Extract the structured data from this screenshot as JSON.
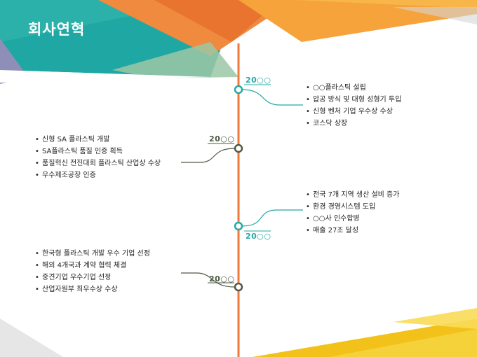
{
  "title": "회사연혁",
  "colors": {
    "axis": "#ee7b3c",
    "teal": "#23a9a6",
    "dark": "#4e5a44"
  },
  "milestones": [
    {
      "year": "20○○",
      "items": [
        "○○플라스틱 설립",
        "압공 방식 및 대형 성형기 투입",
        "신형 벤처 기업 우수상 수상",
        "코스닥 상장"
      ]
    },
    {
      "year": "20○○",
      "items": [
        "신형 SA 플라스틱 개발",
        "SA플라스틱 품질 인증 획득",
        "품질혁신 전진대회 플라스틱 산업상 수상",
        "우수제조공장 인증"
      ]
    },
    {
      "year": "20○○",
      "items": [
        "전국 7개 지역 생산 설비 증가",
        "환경 경영시스템 도입",
        "○○사 인수합병",
        "매출 27조 달성"
      ]
    },
    {
      "year": "20○○",
      "items": [
        "한국형 플라스틱 개발 우수 기업 선정",
        "해외 4개국과 계약 협력 체결",
        "중견기업 우수기업 선정",
        "산업자원부 최우수상 수상"
      ]
    }
  ]
}
